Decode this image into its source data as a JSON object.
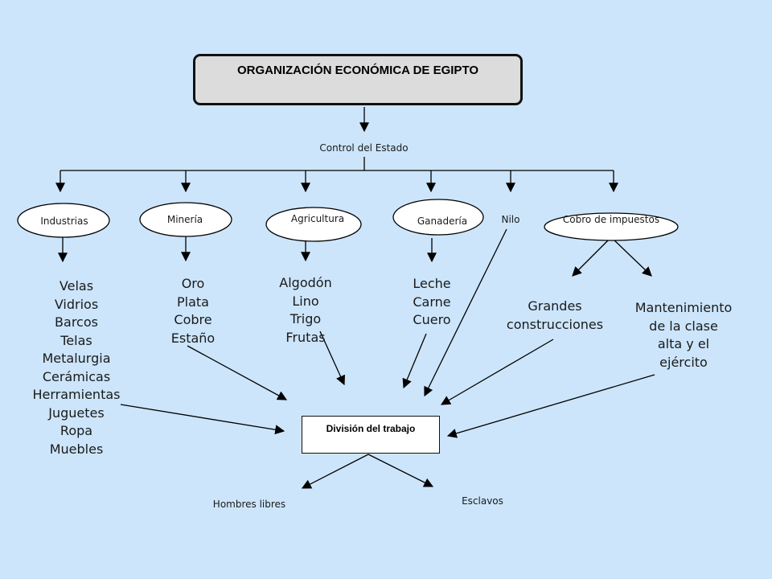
{
  "title": "ORGANIZACIÓN ECONÓMICA DE EGIPTO",
  "control_label": "Control del Estado",
  "categories": {
    "industrias": "Industrias",
    "mineria": "Minería",
    "agricultura": "Agricultura",
    "ganaderia": "Ganadería",
    "nilo": "Nilo",
    "cobro": "Cobro de impuestos"
  },
  "lists": {
    "industrias": [
      "Velas",
      "Vidrios",
      "Barcos",
      "Telas",
      "Metalurgia",
      "Cerámicas",
      "Herramientas",
      "Juguetes",
      "Ropa",
      "Muebles"
    ],
    "mineria": [
      "Oro",
      "Plata",
      "Cobre",
      "Estaño"
    ],
    "agricultura": [
      "Algodón",
      "Lino",
      "Trigo",
      "Frutas"
    ],
    "ganaderia": [
      "Leche",
      "Carne",
      "Cuero"
    ],
    "grandes": [
      "Grandes",
      "construcciones"
    ],
    "mantenimiento": [
      "Mantenimiento",
      "de la clase",
      "alta y el",
      "ejército"
    ]
  },
  "division": "División del trabajo",
  "outcomes": {
    "hombres_libres": "Hombres libres",
    "esclavos": "Esclavos"
  }
}
